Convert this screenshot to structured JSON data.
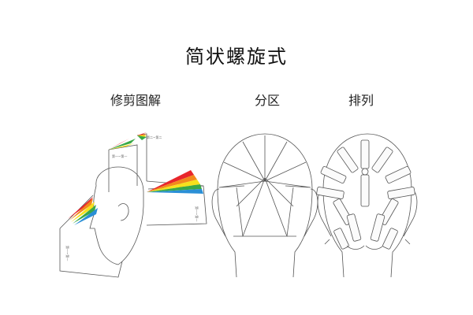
{
  "title": "简状螺旋式",
  "labels": {
    "cutting_diagram": "修剪图解",
    "sectioning": "分区",
    "arrangement": "排列"
  },
  "colors": {
    "line": "#555555",
    "red": "#e8262b",
    "orange": "#f28a1c",
    "yellow": "#f6e11c",
    "green": "#3aa848",
    "blue": "#2a8fd6"
  }
}
